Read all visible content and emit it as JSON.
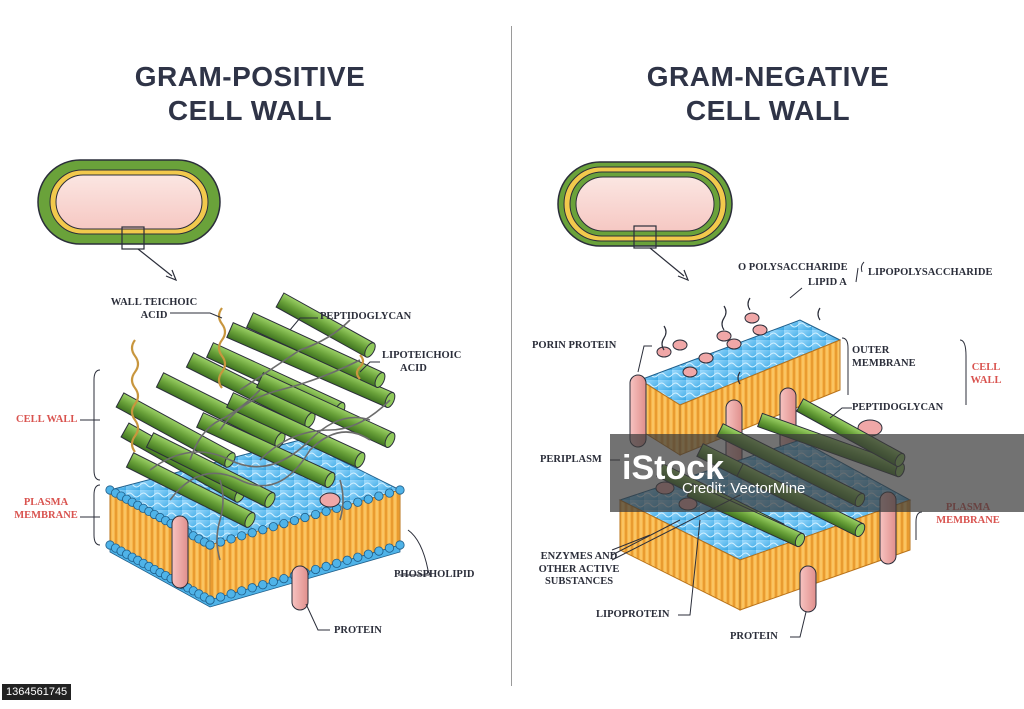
{
  "titles": {
    "left": [
      "GRAM-POSITIVE",
      "CELL WALL"
    ],
    "right": [
      "GRAM-NEGATIVE",
      "CELL WALL"
    ]
  },
  "left_labels": {
    "wall_teichoic": [
      "WALL TEICHOIC",
      "ACID"
    ],
    "peptidoglycan": "PEPTIDOGLYCAN",
    "lipoteichoic": [
      "LIPOTEICHOIC",
      "ACID"
    ],
    "cell_wall": "CELL WALL",
    "plasma_membrane": [
      "PLASMA",
      "MEMBRANE"
    ],
    "phospholipid": "PHOSPHOLIPID",
    "protein": "PROTEIN"
  },
  "right_labels": {
    "o_polysaccharide": "O POLYSACCHARIDE",
    "lipid_a": "LIPID A",
    "lipopolysaccharide": "LIPOPOLYSACCHARIDE",
    "porin_protein": "PORIN PROTEIN",
    "outer_membrane": [
      "OUTER",
      "MEMBRANE"
    ],
    "cell_wall": [
      "CELL",
      "WALL"
    ],
    "peptidoglycan": "PEPTIDOGLYCAN",
    "periplasm": "PERIPLASM",
    "plasma_membrane": [
      "PLASMA",
      "MEMBRANE"
    ],
    "enzymes": [
      "ENZYMES AND",
      "OTHER ACTIVE",
      "SUBSTANCES"
    ],
    "lipoprotein": "LIPOPROTEIN",
    "protein": "PROTEIN"
  },
  "watermark": {
    "logo": "iStock",
    "credit": "Credit: VectorMine"
  },
  "stock_id": "1364561745",
  "colors": {
    "title": "#2f3447",
    "label": "#2b2e3a",
    "label_accent": "#d9534f",
    "peptidoglycan_green": "#6aa23a",
    "membrane_blue": "#4fb3e8",
    "lipid_orange": "#f2a93b",
    "protein_pink": "#f0a7a7"
  }
}
